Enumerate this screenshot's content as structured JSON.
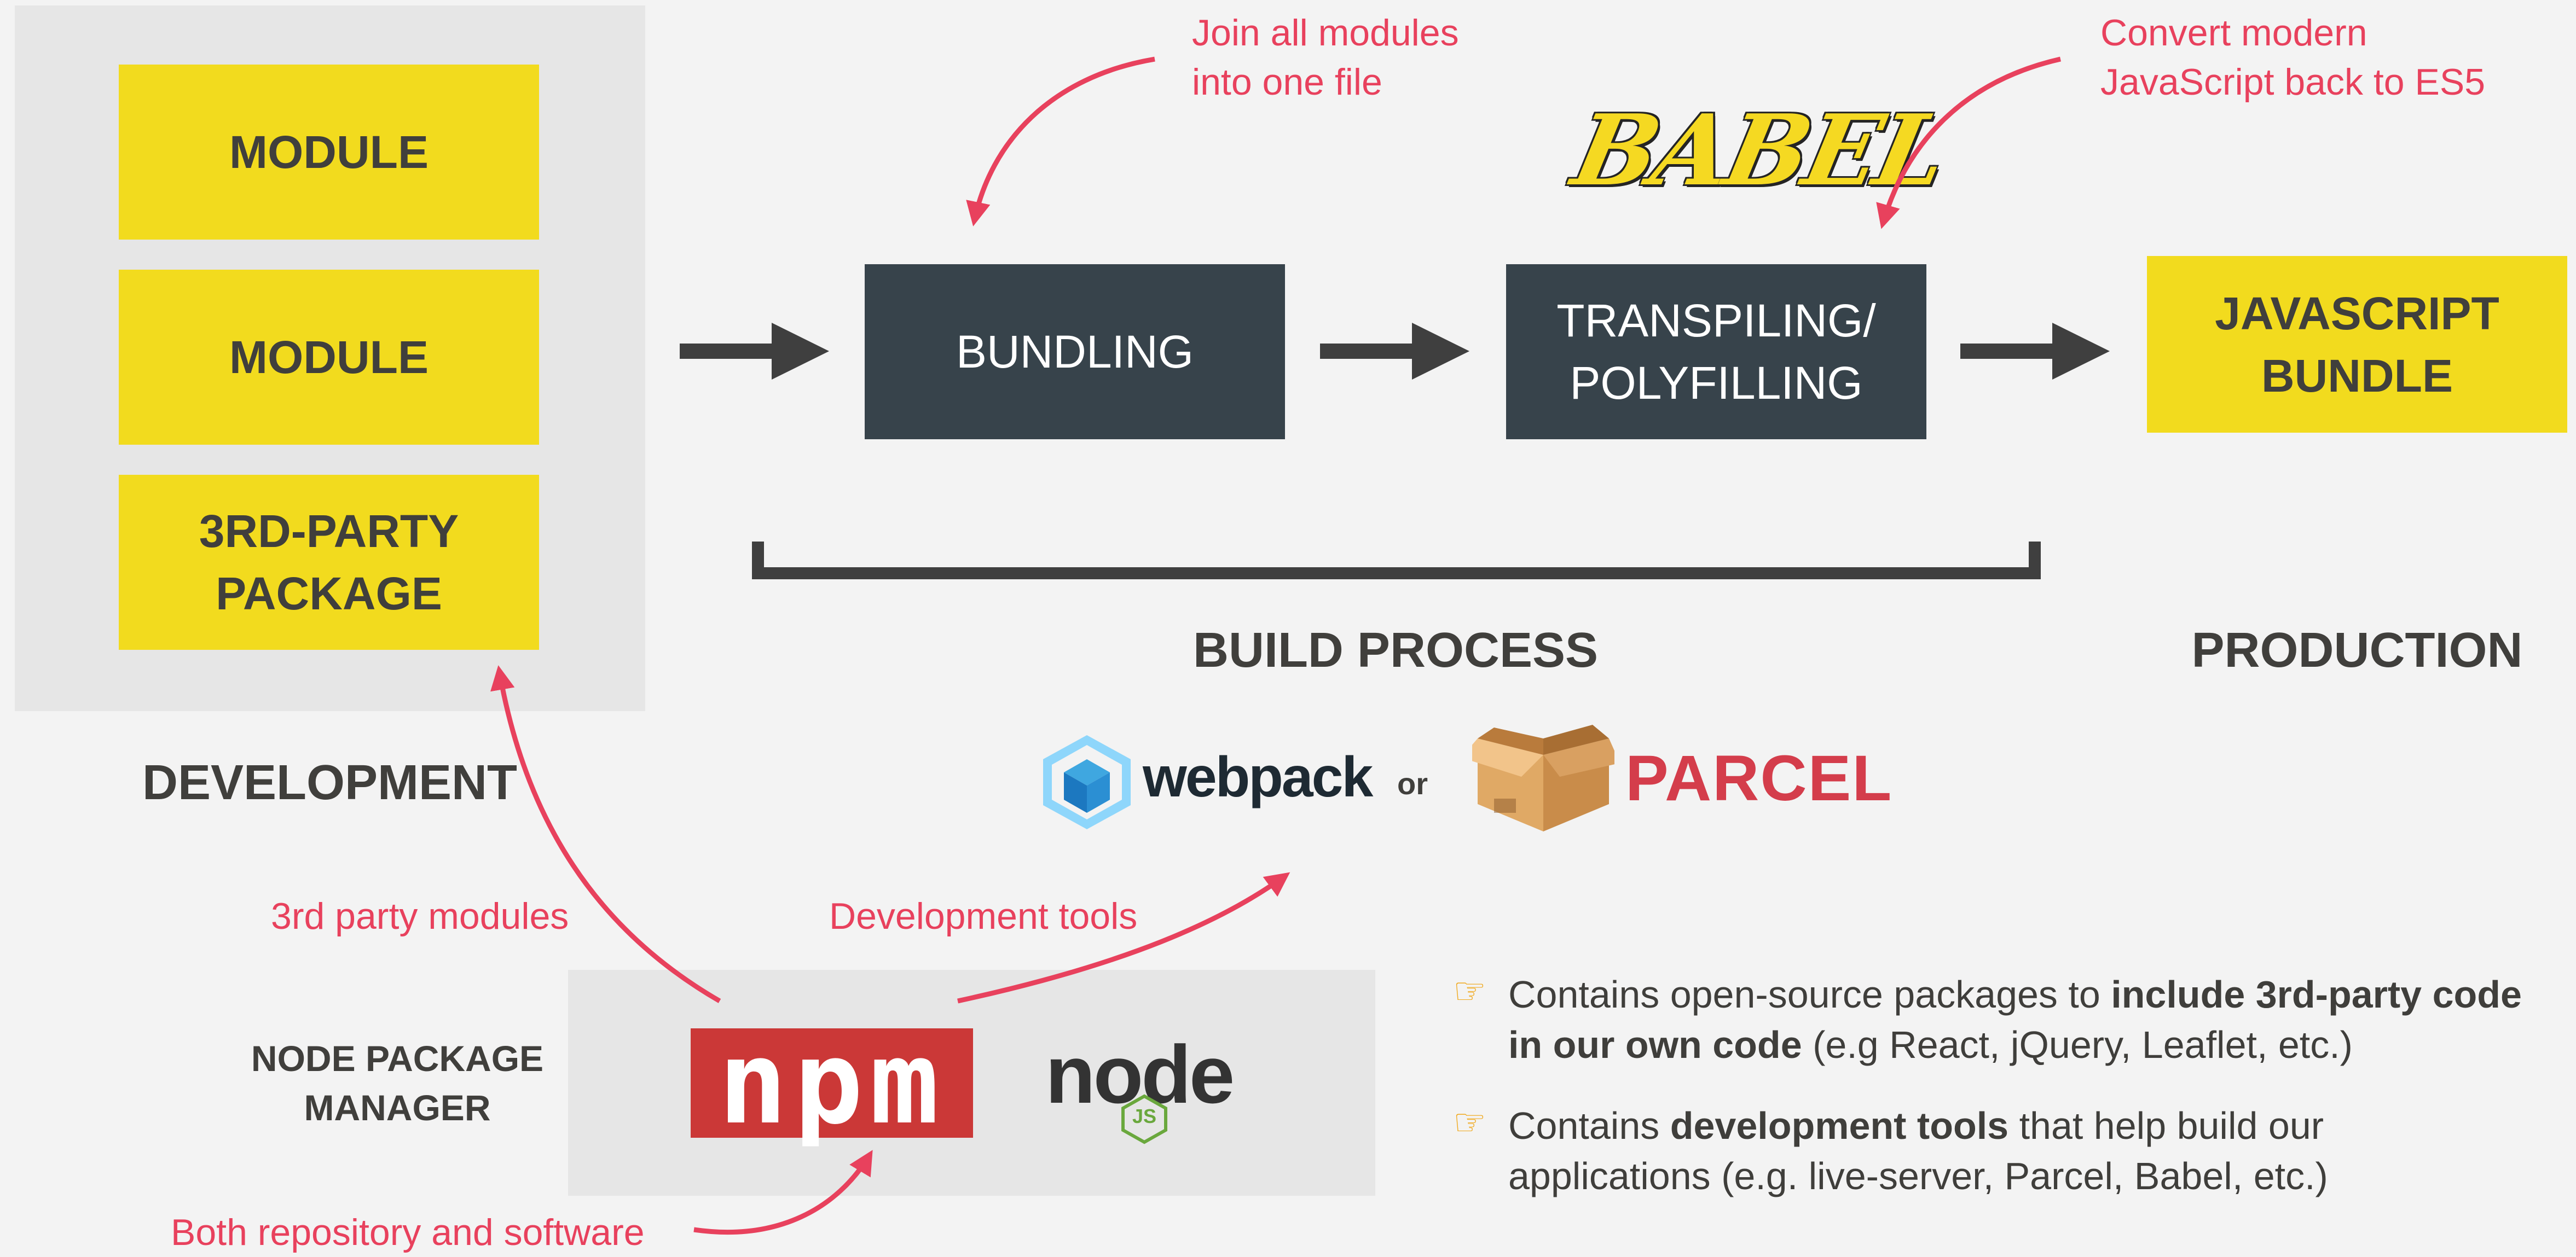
{
  "development": {
    "modules": [
      "MODULE",
      "MODULE",
      "3RD-PARTY\nPACKAGE"
    ],
    "label": "DEVELOPMENT"
  },
  "build": {
    "steps": [
      "BUNDLING",
      "TRANSPILING/\nPOLYFILLING"
    ],
    "label": "BUILD PROCESS"
  },
  "production": {
    "output": "JAVASCRIPT\nBUNDLE",
    "label": "PRODUCTION"
  },
  "notes": {
    "bundling": "Join all modules\ninto one file",
    "transpiling": "Convert modern\nJavaScript back to ES5",
    "third_party": "3rd party modules",
    "dev_tools": "Development tools",
    "repository": "Both repository and software"
  },
  "tools": {
    "babel": "BABEL",
    "webpack": "webpack",
    "or": "or",
    "parcel": "PARCEL",
    "npm_logo": "npm",
    "node_logo": "node",
    "node_js_badge": "JS"
  },
  "npm": {
    "label": "NODE PACKAGE\nMANAGER"
  },
  "bullets": [
    {
      "pre": "Contains open-source packages to ",
      "bold": "include 3rd-party code in our own code",
      "post": " (e.g React, jQuery, Leaflet, etc.)"
    },
    {
      "pre": "Contains ",
      "bold": "development tools",
      "post": " that help build our applications (e.g. live-server, Parcel, Babel, etc.)"
    }
  ],
  "icons": {
    "bullet": "pointing-hand-icon",
    "flow_arrow": "right-arrow-icon",
    "webpack": "webpack-cube-icon",
    "parcel": "cardboard-box-icon",
    "node": "hexagon-icon"
  },
  "colors": {
    "background": "#f3f3f3",
    "panel": "#e6e6e6",
    "module_yellow": "#f2db1e",
    "step_dark": "#37434b",
    "annotation_red": "#e8415d",
    "text_dark": "#403f3c",
    "npm_red": "#cb3837",
    "parcel_red": "#d43d4b",
    "node_green": "#6aa83d"
  }
}
